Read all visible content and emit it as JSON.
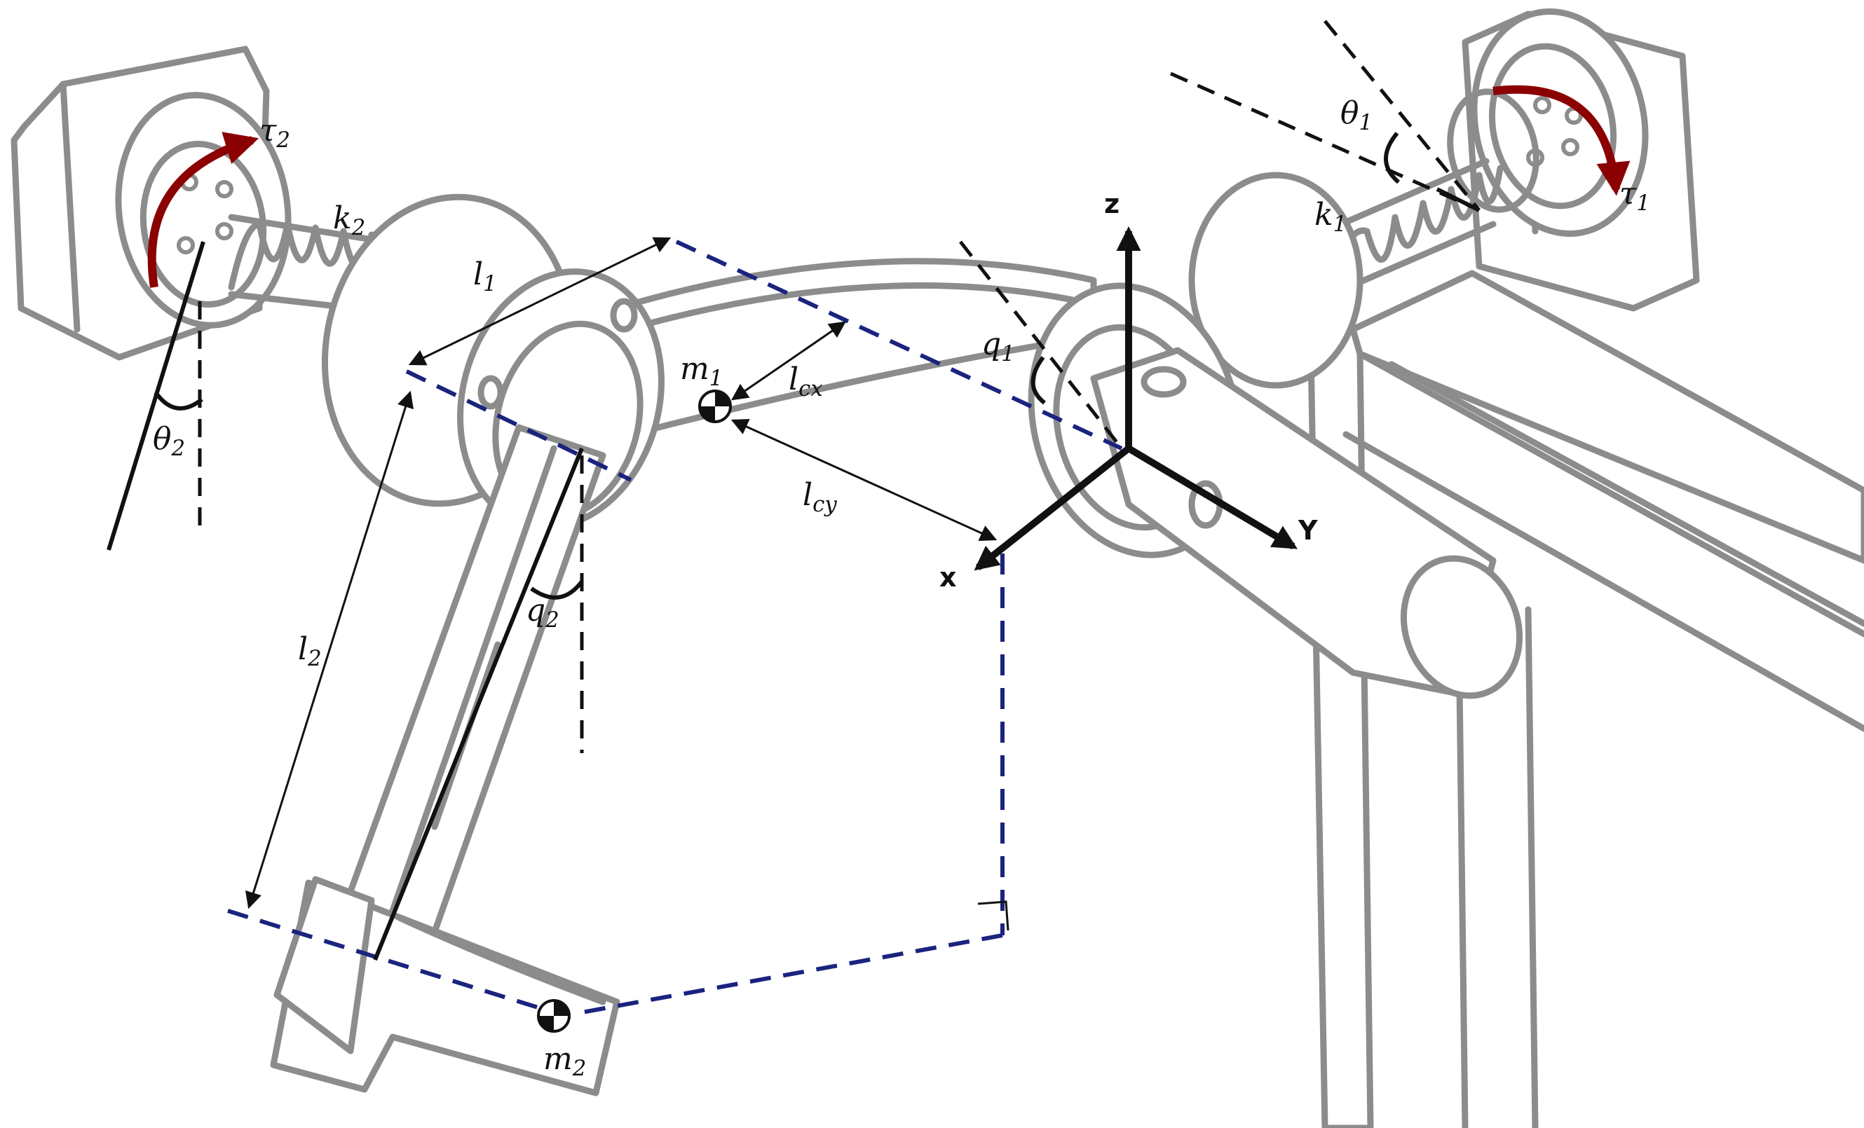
{
  "colors": {
    "mechanism": "#8c8c8c",
    "dashed_construction": "#1a237e",
    "torque_arrow": "#8b0000",
    "annotation": "#111111"
  },
  "labels": {
    "tau2": {
      "sym": "τ",
      "sub": "2"
    },
    "tau1": {
      "sym": "τ",
      "sub": "1"
    },
    "k2": {
      "sym": "k",
      "sub": "2"
    },
    "k1": {
      "sym": "k",
      "sub": "1"
    },
    "theta2": {
      "sym": "θ",
      "sub": "2"
    },
    "theta1": {
      "sym": "θ",
      "sub": "1"
    },
    "l1": {
      "sym": "l",
      "sub": "1"
    },
    "l2": {
      "sym": "l",
      "sub": "2"
    },
    "q1": {
      "sym": "q",
      "sub": "1"
    },
    "q2": {
      "sym": "q",
      "sub": "2"
    },
    "m1": {
      "sym": "m",
      "sub": "1"
    },
    "m2": {
      "sym": "m",
      "sub": "2"
    },
    "lcx": {
      "sym": "l",
      "sub": "cx"
    },
    "lcy": {
      "sym": "l",
      "sub": "cy"
    }
  },
  "axes": {
    "z": "z",
    "x": "x",
    "y": "Y"
  },
  "icons": [
    "center-of-mass-icon",
    "torque-arrow-icon",
    "right-angle-icon"
  ]
}
